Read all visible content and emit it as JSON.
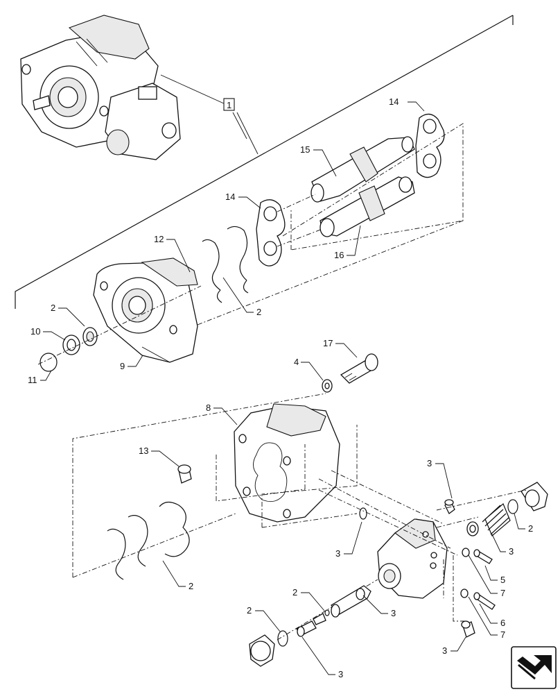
{
  "callouts": [
    {
      "id": "c-1-box",
      "text": "1"
    },
    {
      "id": "c-14-top",
      "text": "14"
    },
    {
      "id": "c-15",
      "text": "15"
    },
    {
      "id": "c-14-left",
      "text": "14"
    },
    {
      "id": "c-16",
      "text": "16"
    },
    {
      "id": "c-12",
      "text": "12"
    },
    {
      "id": "c-2-springs-top",
      "text": "2"
    },
    {
      "id": "c-2-seal",
      "text": "2"
    },
    {
      "id": "c-10",
      "text": "10"
    },
    {
      "id": "c-11",
      "text": "11"
    },
    {
      "id": "c-9",
      "text": "9"
    },
    {
      "id": "c-17",
      "text": "17"
    },
    {
      "id": "c-4",
      "text": "4"
    },
    {
      "id": "c-8",
      "text": "8"
    },
    {
      "id": "c-13",
      "text": "13"
    },
    {
      "id": "c-3-top",
      "text": "3"
    },
    {
      "id": "c-2-right",
      "text": "2"
    },
    {
      "id": "c-3-spring",
      "text": "3"
    },
    {
      "id": "c-3-oring",
      "text": "3"
    },
    {
      "id": "c-5",
      "text": "5"
    },
    {
      "id": "c-7-a",
      "text": "7"
    },
    {
      "id": "c-2-springs-bottom",
      "text": "2"
    },
    {
      "id": "c-2-valve",
      "text": "2"
    },
    {
      "id": "c-3-spool",
      "text": "3"
    },
    {
      "id": "c-6",
      "text": "6"
    },
    {
      "id": "c-7-b",
      "text": "7"
    },
    {
      "id": "c-2-plug",
      "text": "2"
    },
    {
      "id": "c-3-fitting",
      "text": "3"
    },
    {
      "id": "c-3-bottom",
      "text": "3"
    }
  ]
}
